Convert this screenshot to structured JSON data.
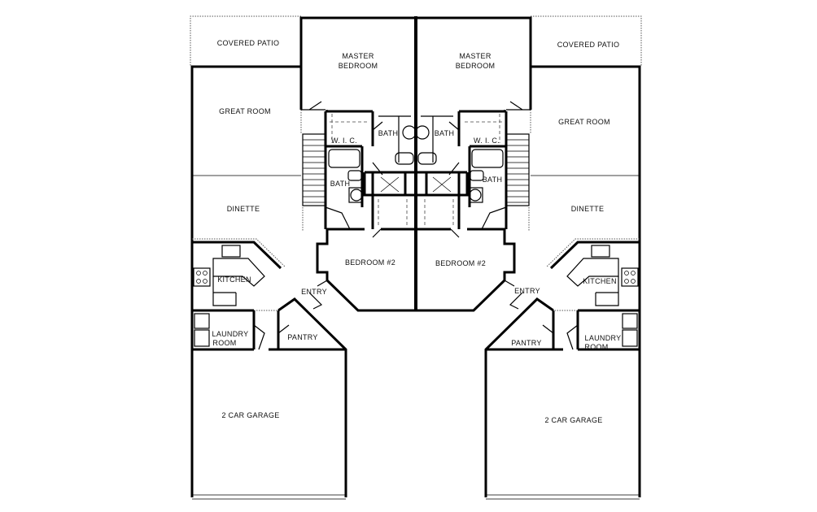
{
  "plan": {
    "left_unit": {
      "covered_patio": "COVERED PATIO",
      "master_bedroom_line1": "MASTER",
      "master_bedroom_line2": "BEDROOM",
      "great_room": "GREAT ROOM",
      "wic": "W. I. C.",
      "master_bath": "BATH",
      "bath": "BATH",
      "dinette": "DINETTE",
      "bedroom2": "BEDROOM #2",
      "kitchen": "KITCHEN",
      "entry": "ENTRY",
      "laundry_line1": "LAUNDRY",
      "laundry_line2": "ROOM",
      "pantry": "PANTRY",
      "garage": "2 CAR GARAGE"
    },
    "right_unit": {
      "covered_patio": "COVERED PATIO",
      "master_bedroom_line1": "MASTER",
      "master_bedroom_line2": "BEDROOM",
      "great_room": "GREAT ROOM",
      "wic": "W. I. C.",
      "master_bath": "BATH",
      "bath": "BATH",
      "dinette": "DINETTE",
      "bedroom2": "BEDROOM #2",
      "kitchen": "KITCHEN",
      "entry": "ENTRY",
      "laundry_line1": "LAUNDRY",
      "laundry_line2": "ROOM",
      "pantry": "PANTRY",
      "garage": "2 CAR GARAGE"
    }
  }
}
